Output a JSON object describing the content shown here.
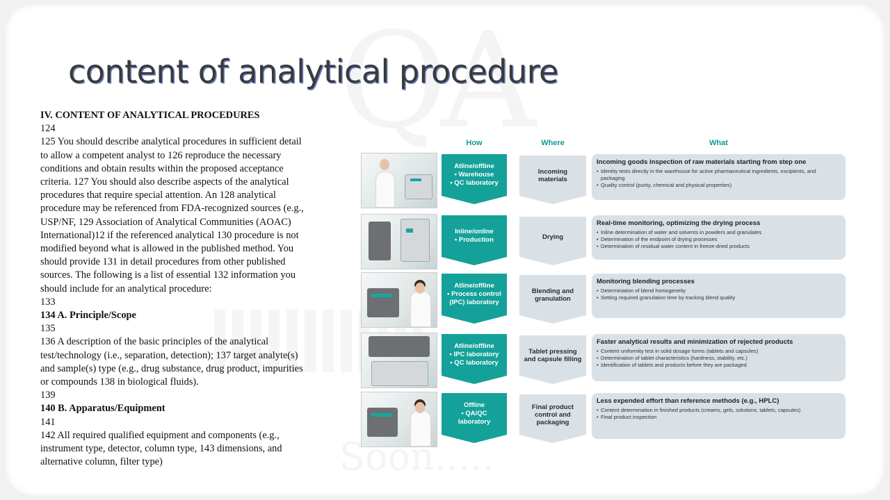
{
  "slide": {
    "title": "content of analytical procedure"
  },
  "document": {
    "lines": [
      {
        "text": "IV. CONTENT OF ANALYTICAL PROCEDURES",
        "bold": true
      },
      {
        "text": "124"
      },
      {
        "text": "125 You should describe analytical procedures in sufficient detail"
      },
      {
        "text": "to allow a competent analyst to 126 reproduce the necessary"
      },
      {
        "text": "conditions and obtain results within the proposed acceptance"
      },
      {
        "text": "criteria.  127 You should also describe aspects of the analytical"
      },
      {
        "text": "procedures that require special attention.  An 128 analytical"
      },
      {
        "text": "procedure may be referenced from FDA-recognized sources (e.g.,"
      },
      {
        "text": "USP/NF, 129 Association of Analytical Communities (AOAC)"
      },
      {
        "text": "International)12 if the referenced analytical 130 procedure is not"
      },
      {
        "text": "modified beyond what is allowed in the published method.  You"
      },
      {
        "text": "should provide 131 in detail procedures from other published"
      },
      {
        "text": "sources.  The following is a list of essential 132 information you"
      },
      {
        "text": "should include for an analytical procedure:"
      },
      {
        "text": "133"
      },
      {
        "text": "134 A. Principle/Scope",
        "bold": true
      },
      {
        "text": "135"
      },
      {
        "text": "136 A description of the basic principles of the analytical"
      },
      {
        "text": "test/technology (i.e., separation, detection); 137 target analyte(s)"
      },
      {
        "text": "and sample(s) type (e.g., drug substance, drug product, impurities"
      },
      {
        "text": "or compounds 138 in biological fluids)."
      },
      {
        "text": "139"
      },
      {
        "text": "140 B. Apparatus/Equipment",
        "bold": true
      },
      {
        "text": "141"
      },
      {
        "text": "142 All required qualified equipment and components  (e.g.,"
      },
      {
        "text": "instrument type, detector, column type, 143 dimensions, and"
      },
      {
        "text": "alternative column, filter type)"
      }
    ]
  },
  "infographic": {
    "headers": {
      "how": "How",
      "where": "Where",
      "what": "What"
    },
    "accent_color": "#14a19a",
    "rows": [
      {
        "how": [
          "Atline/offline",
          "• Warehouse",
          "• QC laboratory"
        ],
        "where": [
          "Incoming",
          "materials"
        ],
        "what_title": "Incoming goods inspection of raw materials starting from step one",
        "what_items": [
          "Identity tests directly in the warehouse for active pharmaceutical ingredients, excipients, and packaging",
          "Quality control (purity, chemical and physical properties)"
        ]
      },
      {
        "how": [
          "Inline/online",
          "• Production"
        ],
        "where": [
          "Drying"
        ],
        "what_title": "Real-time monitoring, optimizing the drying process",
        "what_items": [
          "Inline determination of water and solvents in powders and granulates",
          "Determination of the endpoint of drying processes",
          "Determination of residual water content in freeze-dried products"
        ]
      },
      {
        "how": [
          "Atline/offline",
          "• Process control",
          "(IPC) laboratory"
        ],
        "where": [
          "Blending and",
          "granulation"
        ],
        "what_title": "Monitoring blending processes",
        "what_items": [
          "Determination of blend homogeneity",
          "Setting required granulation time by tracking blend quality"
        ]
      },
      {
        "how": [
          "Atline/offline",
          "• IPC laboratory",
          "• QC laboratory"
        ],
        "where": [
          "Tablet pressing",
          "and capsule filling"
        ],
        "what_title": "Faster analytical results and minimization of rejected products",
        "what_items": [
          "Content uniformity test in solid dosage forms (tablets and capsules)",
          "Determination of tablet characteristics (hardness, stability, etc.)",
          "Identification of tablets and products before they are packaged"
        ]
      },
      {
        "how": [
          "Offline",
          "• QA/QC",
          "laboratory"
        ],
        "where": [
          "Final product",
          "control and",
          "packaging"
        ],
        "what_title": "Less expended effort than reference methods (e.g., HPLC)",
        "what_items": [
          "Content determination in finished products (creams, gels, solutions, tablets, capsules)",
          "Final product inspection"
        ]
      }
    ]
  }
}
